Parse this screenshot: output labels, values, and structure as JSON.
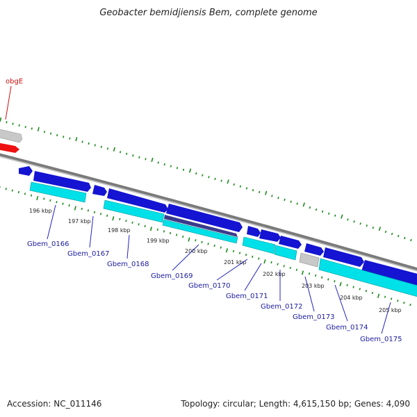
{
  "title": "Geobacter bemidjiensis Bem, complete genome",
  "footer": {
    "accession": "Accession: NC_011146",
    "summary": "Topology: circular; Length: 4,615,150 bp; Genes: 4,090"
  },
  "tick_labels": [
    "196 kbp",
    "197 kbp",
    "198 kbp",
    "199 kbp",
    "200 kbp",
    "201 kbp",
    "202 kbp",
    "203 kbp",
    "204 kbp",
    "205 kbp"
  ],
  "gene_labels": [
    {
      "text": "obgE",
      "color": "#cc1111"
    },
    {
      "text": "Gbem_0166",
      "color": "#1a1aa0"
    },
    {
      "text": "Gbem_0167",
      "color": "#1a1aa0"
    },
    {
      "text": "Gbem_0168",
      "color": "#1a1aa0"
    },
    {
      "text": "Gbem_0169",
      "color": "#1a1aa0"
    },
    {
      "text": "Gbem_0170",
      "color": "#1a1aa0"
    },
    {
      "text": "Gbem_0171",
      "color": "#1a1aa0"
    },
    {
      "text": "Gbem_0172",
      "color": "#1a1aa0"
    },
    {
      "text": "Gbem_0173",
      "color": "#1a1aa0"
    },
    {
      "text": "Gbem_0174",
      "color": "#1a1aa0"
    },
    {
      "text": "Gbem_0175",
      "color": "#1a1aa0"
    }
  ],
  "colors": {
    "backbone": "#808080",
    "cds": "#1414d2",
    "gene": "#00e0e8",
    "rna": "#c8c8c8",
    "highlight": "#ee1111",
    "tick": "#1a8a1a",
    "label_line_blue": "#2020c0",
    "label_line_red": "#cc1111"
  }
}
